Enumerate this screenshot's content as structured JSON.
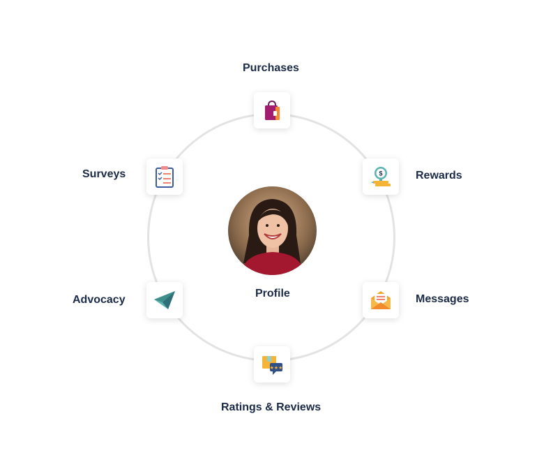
{
  "center": {
    "label": "Profile"
  },
  "nodes": [
    {
      "id": "purchases",
      "label": "Purchases",
      "icon": "shopping-bag-icon"
    },
    {
      "id": "rewards",
      "label": "Rewards",
      "icon": "coin-stack-icon"
    },
    {
      "id": "messages",
      "label": "Messages",
      "icon": "open-envelope-icon"
    },
    {
      "id": "ratings",
      "label": "Ratings & Reviews",
      "icon": "review-box-icon"
    },
    {
      "id": "advocacy",
      "label": "Advocacy",
      "icon": "paper-plane-icon"
    },
    {
      "id": "surveys",
      "label": "Surveys",
      "icon": "clipboard-checklist-icon"
    }
  ],
  "colors": {
    "label": "#1b2b47",
    "ring": "#e3e3e3",
    "avatar_shirt": "#a3172f"
  }
}
